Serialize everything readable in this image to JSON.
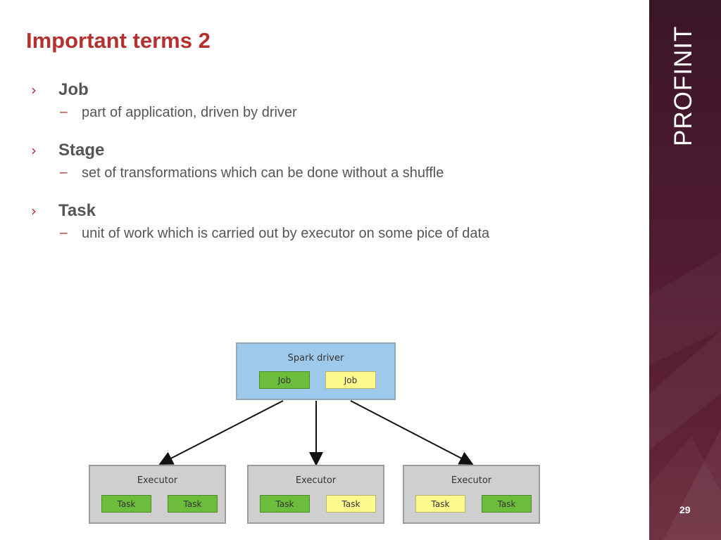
{
  "slide": {
    "title": "Important terms 2",
    "brand": "PROFINIT",
    "page_number": "29"
  },
  "bullets": [
    {
      "marker": "›",
      "term": "Job",
      "sub_marker": "–",
      "description": "part of application, driven by driver"
    },
    {
      "marker": "›",
      "term": "Stage",
      "sub_marker": "–",
      "description": "set of transformations which can be done without a shuffle"
    },
    {
      "marker": "›",
      "term": "Task",
      "sub_marker": "–",
      "description": "unit of work which is carried out by executor on some pice of data"
    }
  ],
  "diagram": {
    "driver": {
      "title": "Spark driver",
      "chips": [
        {
          "label": "Job",
          "color": "green"
        },
        {
          "label": "Job",
          "color": "yellow"
        }
      ]
    },
    "executors": [
      {
        "title": "Executor",
        "chips": [
          {
            "label": "Task",
            "color": "green"
          },
          {
            "label": "Task",
            "color": "green"
          }
        ]
      },
      {
        "title": "Executor",
        "chips": [
          {
            "label": "Task",
            "color": "green"
          },
          {
            "label": "Task",
            "color": "yellow"
          }
        ]
      },
      {
        "title": "Executor",
        "chips": [
          {
            "label": "Task",
            "color": "yellow"
          },
          {
            "label": "Task",
            "color": "green"
          }
        ]
      }
    ]
  },
  "colors": {
    "accent": "#b5302f",
    "panel": "#4d1b30",
    "driver_fill": "#9ec9ea",
    "executor_fill": "#cfcfcf",
    "chip_green": "#6cbd3b",
    "chip_yellow": "#fdfa8e"
  }
}
